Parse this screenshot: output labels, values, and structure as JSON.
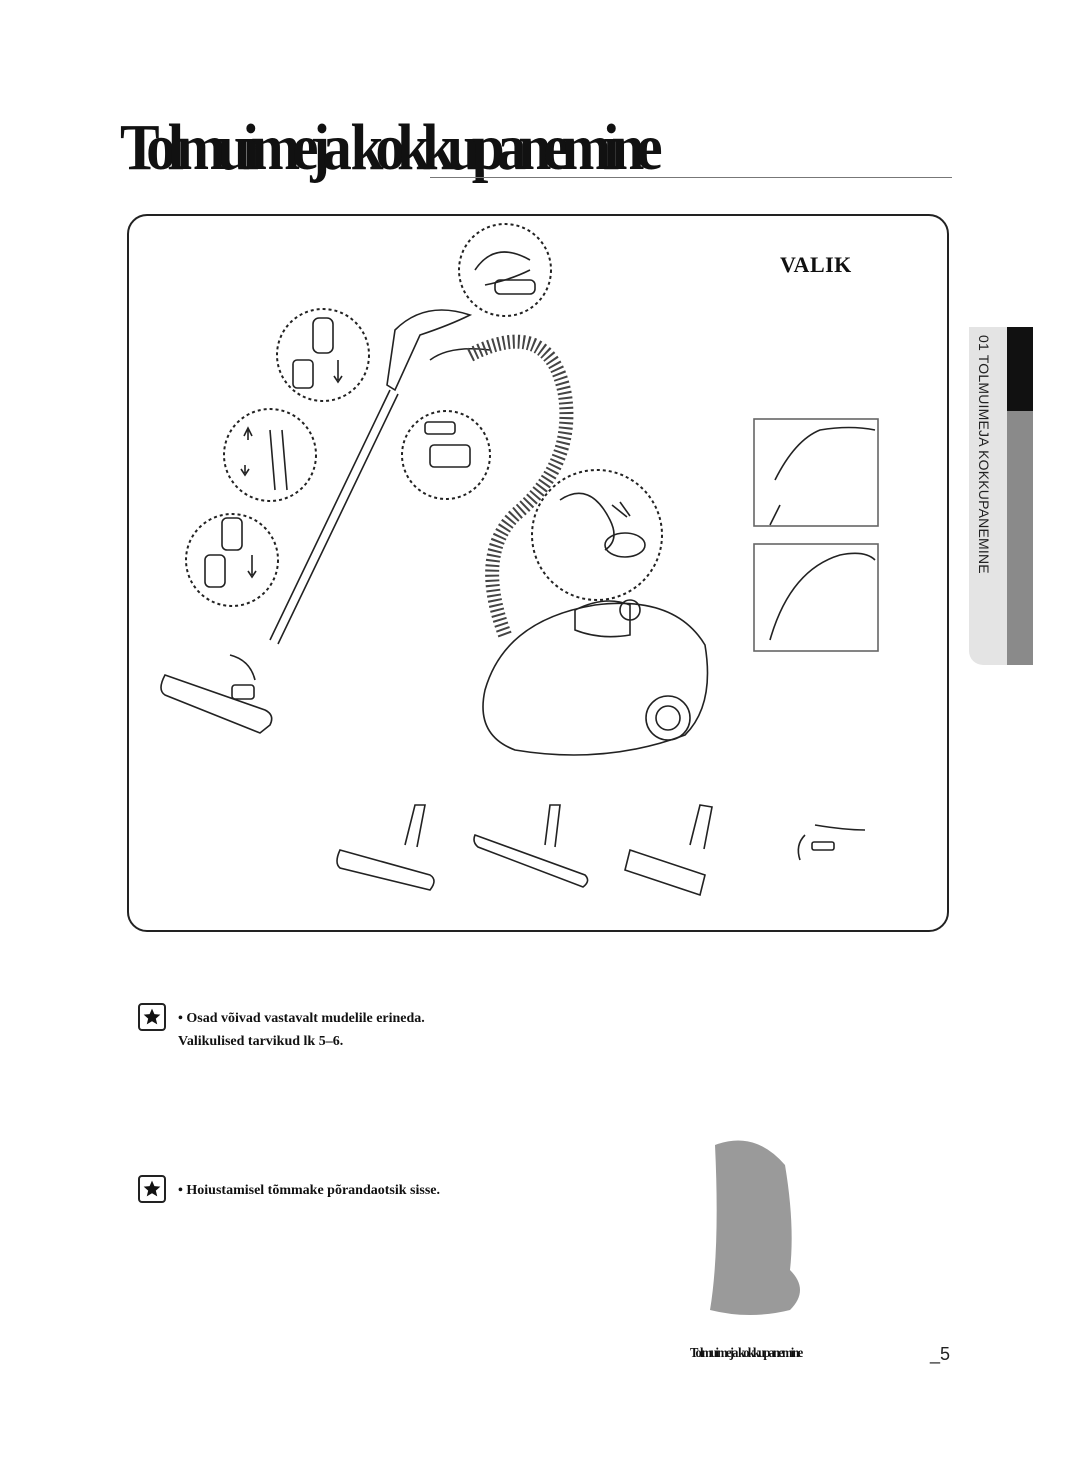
{
  "page": {
    "title": "Tolmuimeja kokkupanemine",
    "option_label": "VALIK",
    "side_tab": "01 TOLMUIMEJA KOKKUPANEMINE",
    "notes": [
      {
        "line1": "Osad võivad vastavalt mudelile erineda.",
        "line2": "Valikulised tarvikud lk 5–6."
      },
      {
        "line1": "Hoiustamisel tõmmake põrandaotsik sisse.",
        "line2": ""
      }
    ],
    "footer": {
      "title": "Tolmuimeja kokkupanemine",
      "page_number": "_5"
    }
  },
  "icons": [
    "star-icon",
    "bullet-icon"
  ],
  "colors": {
    "border": "#222222",
    "tab_black": "#111111",
    "tab_grey": "#8a8a8a",
    "tab_light": "#e4e4e4",
    "shape_grey": "#9a9a9a"
  }
}
